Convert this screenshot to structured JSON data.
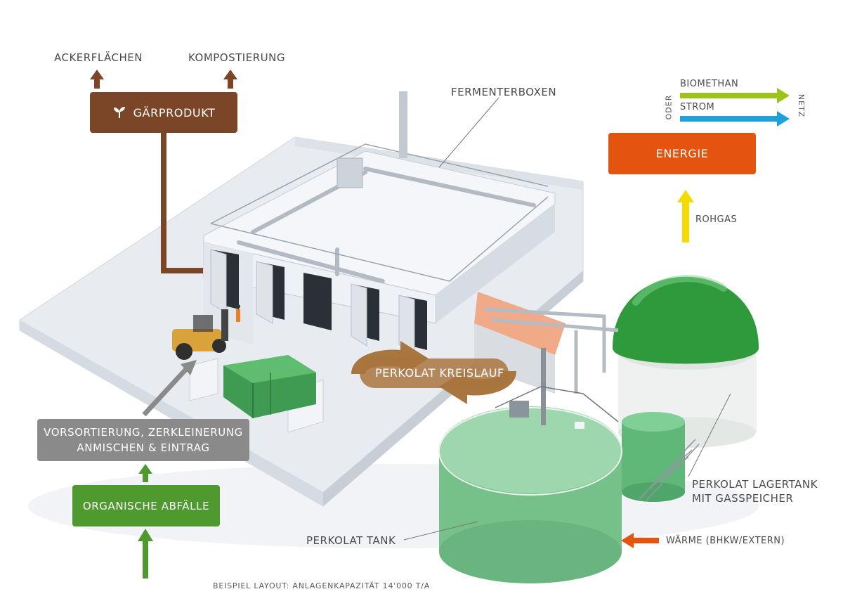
{
  "labels": {
    "ackerflaechen": "ACKERFLÄCHEN",
    "kompostierung": "KOMPOSTIERUNG",
    "fermenterboxen": "FERMENTERBOXEN",
    "biomethan": "BIOMETHAN",
    "strom": "STROM",
    "oder": "ODER",
    "netz": "NETZ",
    "rohgas": "ROHGAS",
    "perkolat_lagertank_1": "PERKOLAT LAGERTANK",
    "perkolat_lagertank_2": "MIT GASSPEICHER",
    "perkolat_tank": "PERKOLAT TANK",
    "waerme": "WÄRME (BHKW/EXTERN)",
    "footer": "BEISPIEL LAYOUT: ANLAGENKAPAZITÄT 14'000 T/A"
  },
  "boxes": {
    "gaerprodukt": "GÄRPRODUKT",
    "vorsortierung_1": "VORSORTIERUNG, ZERKLEINERUNG",
    "vorsortierung_2": "ANMISCHEN & EINTRAG",
    "organische_abfaelle": "ORGANISCHE ABFÄLLE",
    "energie": "ENERGIE",
    "perkolat_kreislauf": "PERKOLAT KREISLAUF"
  },
  "colors": {
    "brown": "#7b4527",
    "grey": "#8a8a8a",
    "green": "#4e9a2f",
    "orange": "#e4540f",
    "lime": "#9bc31a",
    "blue": "#1da1dc",
    "yellow": "#f5dc00",
    "tank_green": "#7cc58e",
    "gas_green": "#2e9a3c",
    "cycle_brown": "#a9763f"
  },
  "icons": {
    "gaerprodukt_icon": "sprout-icon"
  }
}
